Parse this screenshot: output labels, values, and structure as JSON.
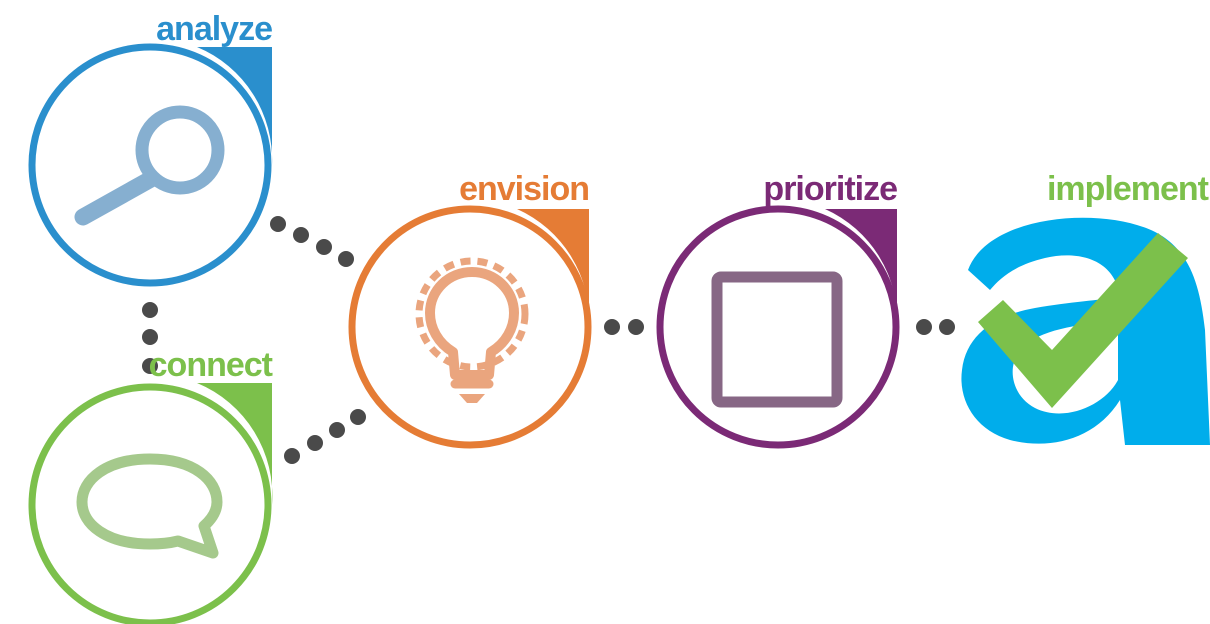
{
  "stages": [
    {
      "key": "analyze",
      "label": "analyze",
      "color": "#2a8fcd",
      "icon": "magnifier-icon",
      "icon_color": "#86afd0"
    },
    {
      "key": "connect",
      "label": "connect",
      "color": "#7cc04b",
      "icon": "speech-bubble-icon",
      "icon_color": "#a5c98c"
    },
    {
      "key": "envision",
      "label": "envision",
      "color": "#e57c35",
      "icon": "lightbulb-icon",
      "icon_color": "#eaa57e"
    },
    {
      "key": "prioritize",
      "label": "prioritize",
      "color": "#7b2a76",
      "icon": "checkbox-icon",
      "icon_color": "#876785"
    },
    {
      "key": "implement",
      "label": "implement",
      "color": "#7cc04b",
      "icon": "logo-a-checkmark-icon",
      "icon_color": "#00adeb"
    }
  ],
  "connector_color": "#4a4a4a"
}
